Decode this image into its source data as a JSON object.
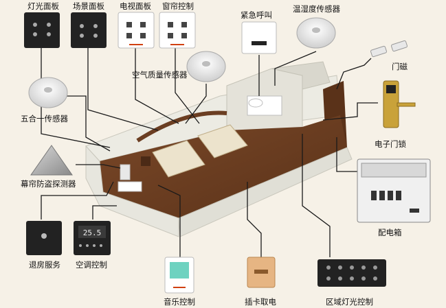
{
  "labels": {
    "light_panel": "灯光面板",
    "scene_panel": "场景面板",
    "tv_panel": "电视面板",
    "curtain_control": "窗帘控制",
    "emergency_call": "紧急呼叫",
    "temp_humidity_sensor": "温湿度传感器",
    "air_quality_sensor": "空气质量传感器",
    "door_magnet": "门磁",
    "five_in_one_sensor": "五合一传感器",
    "electronic_lock": "电子门锁",
    "curtain_detector": "幕帘防盗探测器",
    "distribution_box": "配电箱",
    "checkout_service": "退房服务",
    "ac_control": "空调控制",
    "music_control": "音乐控制",
    "card_power": "插卡取电",
    "zone_light_control": "区域灯光控制"
  },
  "ac_display": "25.5",
  "colors": {
    "background": "#f6f1e7",
    "floor": "#6b3e22",
    "wall": "#ecebe3",
    "dark_panel": "#222222",
    "bed": "#ece3cc"
  }
}
